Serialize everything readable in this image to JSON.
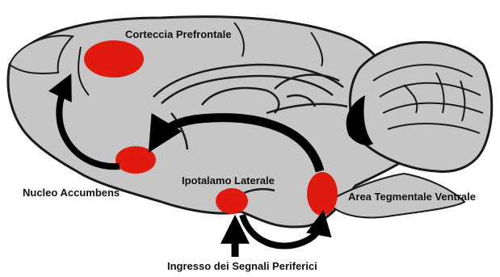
{
  "colors": {
    "brain_fill": "#c6c6c6",
    "brain_outline": "#1a1a1a",
    "region_fill": "#e01a0f",
    "arrow": "#000000",
    "label_text": "#111111"
  },
  "regions": {
    "prefrontal_cortex": "Corteccia Prefrontale",
    "nucleus_accumbens": "Nucleo Accumbens",
    "lateral_hypothalamus": "Ipotalamo Laterale",
    "ventral_tegmental_area": "Area Tegmentale Ventrale"
  },
  "inputs": {
    "peripheral_signals": "Ingresso dei Segnali Periferici"
  }
}
